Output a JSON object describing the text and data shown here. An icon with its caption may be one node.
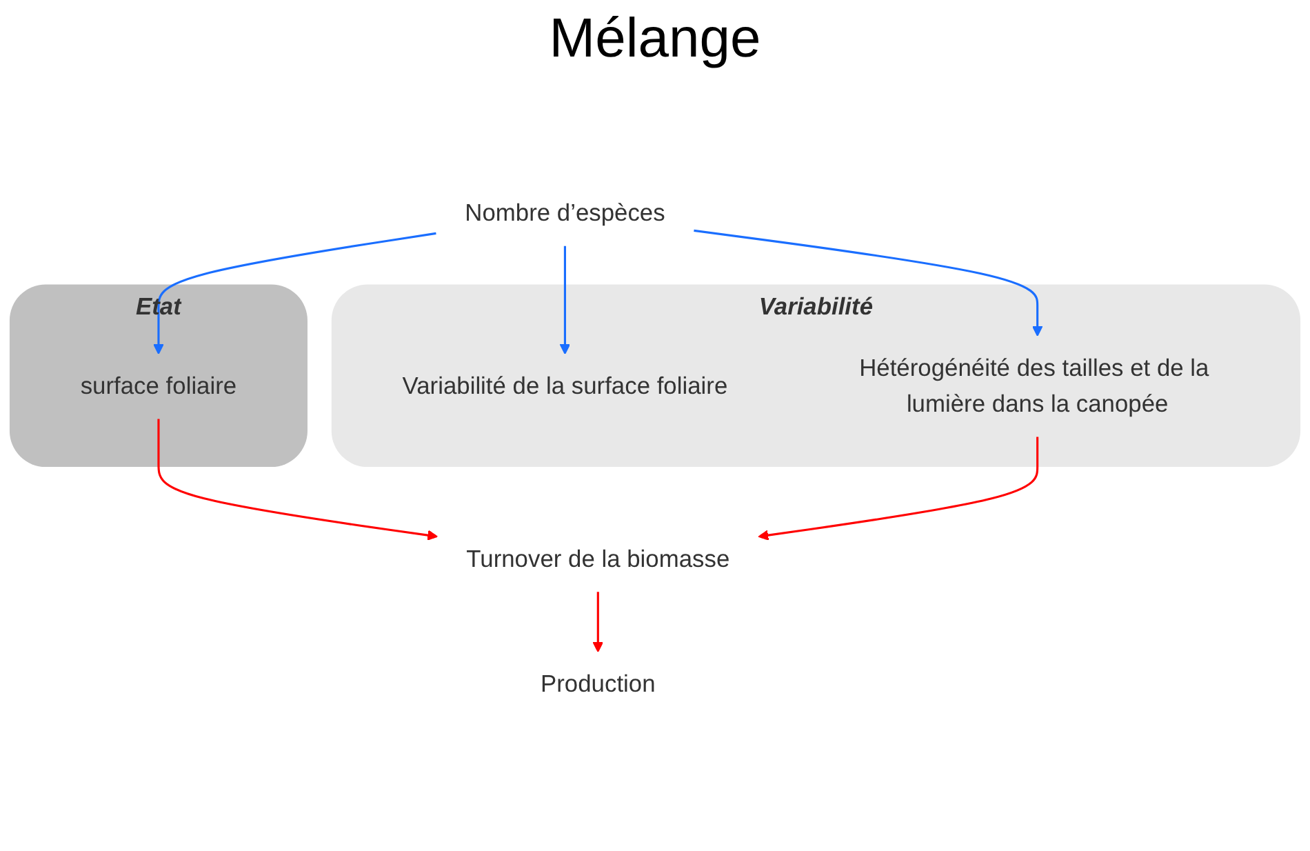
{
  "diagram": {
    "title": "Mélange",
    "nodes": [
      {
        "text": [
          "Nombre d’espèces"
        ]
      },
      {
        "text": [
          "Etat"
        ]
      },
      {
        "text": [
          "surface foliaire"
        ],
        "in": 1
      },
      {
        "text": [
          "Variabilité"
        ]
      },
      {
        "text": [
          "Variabilité de la surface foliaire"
        ],
        "in": 3
      },
      {
        "text": [
          "Hétérogénéité des tailles et de la lumière dans la canopée"
        ],
        "in": 3
      },
      {
        "text": [
          "Turnover de la biomasse"
        ]
      },
      {
        "text": [
          "Production"
        ]
      }
    ],
    "edges": [
      {
        "from": 0,
        "to": 2,
        "arrow": "to",
        "color": "#1a6eff"
      },
      {
        "from": 0,
        "to": 4,
        "arrow": "to",
        "color": "#1a6eff"
      },
      {
        "from": 0,
        "to": 5,
        "arrow": "to",
        "color": "#1a6eff"
      },
      {
        "from": 2,
        "to": 6,
        "arrow": "to",
        "color": "#ff0000"
      },
      {
        "from": 5,
        "to": 6,
        "arrow": "to",
        "color": "#ff0000"
      },
      {
        "from": 6,
        "to": 7,
        "arrow": "to",
        "color": "#ff0000"
      }
    ]
  }
}
